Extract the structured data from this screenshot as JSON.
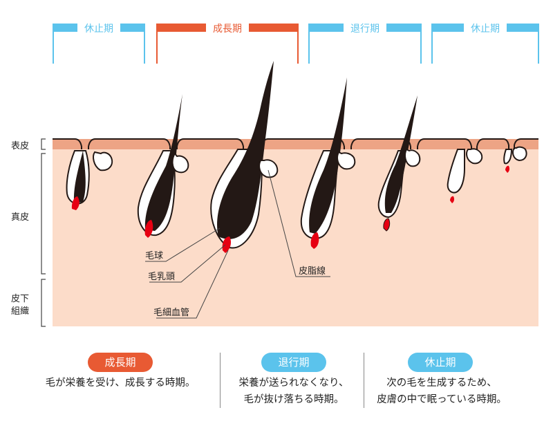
{
  "colors": {
    "rest": "#5BC3EC",
    "growth": "#E85A33",
    "epidermis": "#EDA485",
    "dermis": "#FCDCC9",
    "hair": "#231815",
    "papilla": "#E60012"
  },
  "top_labels": [
    "休止期",
    "成長期",
    "退行期",
    "休止期"
  ],
  "layers": {
    "epidermis": "表皮",
    "dermis": "真皮",
    "subcutis_line1": "皮下",
    "subcutis_line2": "組織"
  },
  "annotations": {
    "hair_bulb": "毛球",
    "dermal_papilla": "毛乳頭",
    "capillary": "毛細血管",
    "sebaceous_gland": "皮脂線"
  },
  "phases": [
    {
      "label": "成長期",
      "desc_line1": "毛が栄養を受け、成長する時期。",
      "desc_line2": ""
    },
    {
      "label": "退行期",
      "desc_line1": "栄養が送られなくなり、",
      "desc_line2": "毛が抜け落ちる時期。"
    },
    {
      "label": "休止期",
      "desc_line1": "次の毛を生成するため、",
      "desc_line2": "皮膚の中で眠っている時期。"
    }
  ]
}
